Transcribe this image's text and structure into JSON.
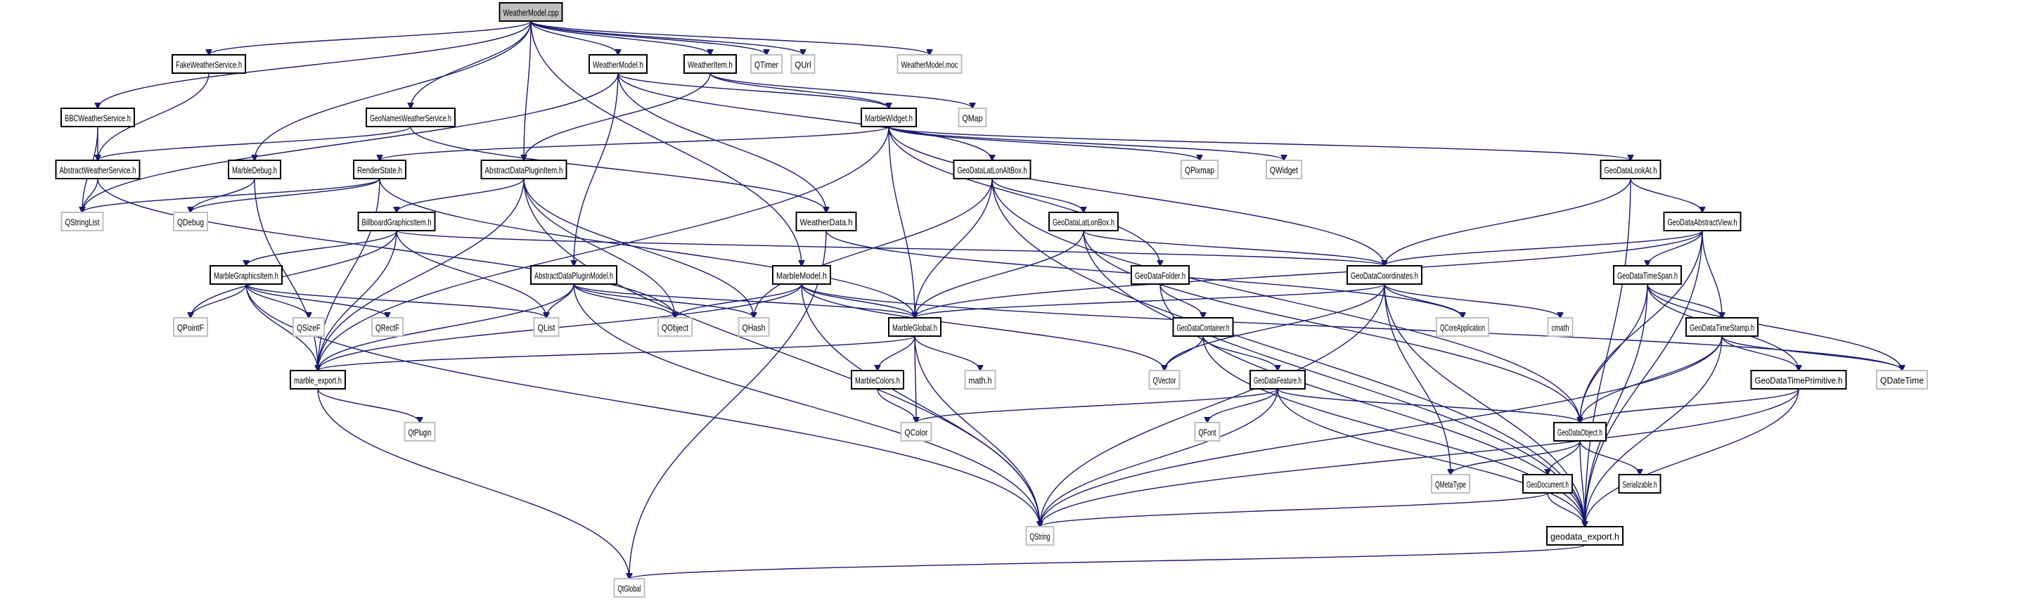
{
  "title": "WeatherModel.cpp include dependency graph",
  "colors": {
    "edge": "#191970",
    "root_fill": "#bfbfbf",
    "documented_border": "#000000",
    "external_border": "#bfbfbf"
  },
  "nodes": [
    {
      "id": "WeatherModel.cpp",
      "label": "WeatherModel.cpp",
      "kind": "root"
    },
    {
      "id": "FakeWeatherService.h",
      "label": "FakeWeatherService.h",
      "kind": "doc"
    },
    {
      "id": "BBCWeatherService.h",
      "label": "BBCWeatherService.h",
      "kind": "doc"
    },
    {
      "id": "GeoNamesWeatherService.h",
      "label": "GeoNamesWeatherService.h",
      "kind": "doc"
    },
    {
      "id": "WeatherModel.h",
      "label": "WeatherModel.h",
      "kind": "doc"
    },
    {
      "id": "WeatherItem.h",
      "label": "WeatherItem.h",
      "kind": "doc"
    },
    {
      "id": "QTimer",
      "label": "QTimer",
      "kind": "ext"
    },
    {
      "id": "QUrl",
      "label": "QUrl",
      "kind": "ext"
    },
    {
      "id": "WeatherModel.moc",
      "label": "WeatherModel.moc",
      "kind": "ext"
    },
    {
      "id": "MarbleWidget.h",
      "label": "MarbleWidget.h",
      "kind": "doc"
    },
    {
      "id": "QMap",
      "label": "QMap",
      "kind": "ext"
    },
    {
      "id": "AbstractWeatherService.h",
      "label": "AbstractWeatherService.h",
      "kind": "doc"
    },
    {
      "id": "MarbleDebug.h",
      "label": "MarbleDebug.h",
      "kind": "doc"
    },
    {
      "id": "RenderState.h",
      "label": "RenderState.h",
      "kind": "doc"
    },
    {
      "id": "AbstractDataPluginItem.h",
      "label": "AbstractDataPluginItem.h",
      "kind": "doc"
    },
    {
      "id": "GeoDataLatLonAltBox.h",
      "label": "GeoDataLatLonAltBox.h",
      "kind": "doc"
    },
    {
      "id": "QPixmap",
      "label": "QPixmap",
      "kind": "ext"
    },
    {
      "id": "QWidget",
      "label": "QWidget",
      "kind": "ext"
    },
    {
      "id": "GeoDataLookAt.h",
      "label": "GeoDataLookAt.h",
      "kind": "doc"
    },
    {
      "id": "QStringList",
      "label": "QStringList",
      "kind": "ext"
    },
    {
      "id": "QDebug",
      "label": "QDebug",
      "kind": "ext"
    },
    {
      "id": "BillboardGraphicsItem.h",
      "label": "BillboardGraphicsItem.h",
      "kind": "doc"
    },
    {
      "id": "WeatherData.h",
      "label": "WeatherData.h",
      "kind": "doc"
    },
    {
      "id": "GeoDataLatLonBox.h",
      "label": "GeoDataLatLonBox.h",
      "kind": "doc"
    },
    {
      "id": "GeoDataAbstractView.h",
      "label": "GeoDataAbstractView.h",
      "kind": "doc"
    },
    {
      "id": "MarbleGraphicsItem.h",
      "label": "MarbleGraphicsItem.h",
      "kind": "doc"
    },
    {
      "id": "AbstractDataPluginModel.h",
      "label": "AbstractDataPluginModel.h",
      "kind": "doc"
    },
    {
      "id": "MarbleModel.h",
      "label": "MarbleModel.h",
      "kind": "doc"
    },
    {
      "id": "GeoDataFolder.h",
      "label": "GeoDataFolder.h",
      "kind": "doc"
    },
    {
      "id": "GeoDataCoordinates.h",
      "label": "GeoDataCoordinates.h",
      "kind": "doc"
    },
    {
      "id": "GeoDataTimeSpan.h",
      "label": "GeoDataTimeSpan.h",
      "kind": "doc"
    },
    {
      "id": "QPointF",
      "label": "QPointF",
      "kind": "ext"
    },
    {
      "id": "QSizeF",
      "label": "QSizeF",
      "kind": "ext"
    },
    {
      "id": "QRectF",
      "label": "QRectF",
      "kind": "ext"
    },
    {
      "id": "QList",
      "label": "QList",
      "kind": "ext"
    },
    {
      "id": "QObject",
      "label": "QObject",
      "kind": "ext"
    },
    {
      "id": "QHash",
      "label": "QHash",
      "kind": "ext"
    },
    {
      "id": "MarbleGlobal.h",
      "label": "MarbleGlobal.h",
      "kind": "doc"
    },
    {
      "id": "GeoDataContainer.h",
      "label": "GeoDataContainer.h",
      "kind": "doc"
    },
    {
      "id": "QCoreApplication",
      "label": "QCoreApplication",
      "kind": "ext"
    },
    {
      "id": "cmath",
      "label": "cmath",
      "kind": "ext"
    },
    {
      "id": "GeoDataTimeStamp.h",
      "label": "GeoDataTimeStamp.h",
      "kind": "doc"
    },
    {
      "id": "marble_export.h",
      "label": "marble_export.h",
      "kind": "doc"
    },
    {
      "id": "MarbleColors.h",
      "label": "MarbleColors.h",
      "kind": "doc"
    },
    {
      "id": "math.h",
      "label": "math.h",
      "kind": "ext"
    },
    {
      "id": "QVector",
      "label": "QVector",
      "kind": "ext"
    },
    {
      "id": "GeoDataFeature.h",
      "label": "GeoDataFeature.h",
      "kind": "doc"
    },
    {
      "id": "GeoDataTimePrimitive.h",
      "label": "GeoDataTimePrimitive.h",
      "kind": "doc"
    },
    {
      "id": "QDateTime",
      "label": "QDateTime",
      "kind": "ext"
    },
    {
      "id": "QtPlugin",
      "label": "QtPlugin",
      "kind": "ext"
    },
    {
      "id": "QColor",
      "label": "QColor",
      "kind": "ext"
    },
    {
      "id": "QFont",
      "label": "QFont",
      "kind": "ext"
    },
    {
      "id": "GeoDataObject.h",
      "label": "GeoDataObject.h",
      "kind": "doc"
    },
    {
      "id": "QMetaType",
      "label": "QMetaType",
      "kind": "ext"
    },
    {
      "id": "GeoDocument.h",
      "label": "GeoDocument.h",
      "kind": "doc"
    },
    {
      "id": "Serializable.h",
      "label": "Serializable.h",
      "kind": "doc"
    },
    {
      "id": "QString",
      "label": "QString",
      "kind": "ext"
    },
    {
      "id": "geodata_export.h",
      "label": "geodata_export.h",
      "kind": "doc"
    },
    {
      "id": "QtGlobal",
      "label": "QtGlobal",
      "kind": "ext"
    }
  ],
  "edges": [
    [
      "WeatherModel.cpp",
      "BBCWeatherService.h"
    ],
    [
      "WeatherModel.cpp",
      "FakeWeatherService.h"
    ],
    [
      "WeatherModel.cpp",
      "GeoNamesWeatherService.h"
    ],
    [
      "WeatherModel.cpp",
      "MarbleDebug.h"
    ],
    [
      "WeatherModel.cpp",
      "AbstractDataPluginItem.h"
    ],
    [
      "WeatherModel.cpp",
      "WeatherModel.h"
    ],
    [
      "WeatherModel.cpp",
      "WeatherItem.h"
    ],
    [
      "WeatherModel.cpp",
      "MarbleModel.h"
    ],
    [
      "WeatherModel.cpp",
      "QTimer"
    ],
    [
      "WeatherModel.cpp",
      "QUrl"
    ],
    [
      "WeatherModel.cpp",
      "WeatherModel.moc"
    ],
    [
      "FakeWeatherService.h",
      "AbstractWeatherService.h"
    ],
    [
      "BBCWeatherService.h",
      "AbstractWeatherService.h"
    ],
    [
      "BBCWeatherService.h",
      "QStringList"
    ],
    [
      "GeoNamesWeatherService.h",
      "AbstractWeatherService.h"
    ],
    [
      "GeoNamesWeatherService.h",
      "WeatherData.h"
    ],
    [
      "WeatherModel.h",
      "AbstractDataPluginModel.h"
    ],
    [
      "WeatherModel.h",
      "MarbleWidget.h"
    ],
    [
      "WeatherModel.h",
      "QStringList"
    ],
    [
      "WeatherModel.h",
      "GeoDataLatLonAltBox.h"
    ],
    [
      "WeatherModel.h",
      "WeatherData.h"
    ],
    [
      "WeatherItem.h",
      "AbstractDataPluginItem.h"
    ],
    [
      "WeatherItem.h",
      "MarbleWidget.h"
    ],
    [
      "WeatherItem.h",
      "QMap"
    ],
    [
      "AbstractWeatherService.h",
      "QStringList"
    ],
    [
      "AbstractWeatherService.h",
      "QObject"
    ],
    [
      "MarbleDebug.h",
      "QDebug"
    ],
    [
      "MarbleDebug.h",
      "marble_export.h"
    ],
    [
      "MarbleWidget.h",
      "RenderState.h"
    ],
    [
      "MarbleWidget.h",
      "QPixmap"
    ],
    [
      "MarbleWidget.h",
      "QWidget"
    ],
    [
      "MarbleWidget.h",
      "GeoDataLookAt.h"
    ],
    [
      "MarbleWidget.h",
      "GeoDataCoordinates.h"
    ],
    [
      "MarbleWidget.h",
      "GeoDataFolder.h"
    ],
    [
      "MarbleWidget.h",
      "MarbleGlobal.h"
    ],
    [
      "MarbleWidget.h",
      "marble_export.h"
    ],
    [
      "RenderState.h",
      "QStringList"
    ],
    [
      "RenderState.h",
      "QDebug"
    ],
    [
      "RenderState.h",
      "MarbleGlobal.h"
    ],
    [
      "RenderState.h",
      "marble_export.h"
    ],
    [
      "AbstractDataPluginItem.h",
      "BillboardGraphicsItem.h"
    ],
    [
      "AbstractDataPluginItem.h",
      "QObject"
    ],
    [
      "AbstractDataPluginItem.h",
      "QHash"
    ],
    [
      "AbstractDataPluginItem.h",
      "QString"
    ],
    [
      "AbstractDataPluginItem.h",
      "marble_export.h"
    ],
    [
      "GeoDataLatLonAltBox.h",
      "GeoDataLatLonBox.h"
    ],
    [
      "GeoDataLatLonAltBox.h",
      "MarbleGlobal.h"
    ],
    [
      "GeoDataLatLonAltBox.h",
      "geodata_export.h"
    ],
    [
      "GeoDataLatLonAltBox.h",
      "QHash"
    ],
    [
      "GeoDataLatLonAltBox.h",
      "GeoDataObject.h"
    ],
    [
      "GeoDataLookAt.h",
      "GeoDataAbstractView.h"
    ],
    [
      "GeoDataLookAt.h",
      "GeoDataCoordinates.h"
    ],
    [
      "GeoDataLookAt.h",
      "geodata_export.h"
    ],
    [
      "BillboardGraphicsItem.h",
      "MarbleGraphicsItem.h"
    ],
    [
      "BillboardGraphicsItem.h",
      "QList"
    ],
    [
      "BillboardGraphicsItem.h",
      "QPointF"
    ],
    [
      "BillboardGraphicsItem.h",
      "marble_export.h"
    ],
    [
      "BillboardGraphicsItem.h",
      "GeoDataCoordinates.h"
    ],
    [
      "WeatherData.h",
      "QCoreApplication"
    ],
    [
      "WeatherData.h",
      "QtGlobal"
    ],
    [
      "GeoDataLatLonBox.h",
      "GeoDataCoordinates.h"
    ],
    [
      "GeoDataLatLonBox.h",
      "MarbleGlobal.h"
    ],
    [
      "GeoDataLatLonBox.h",
      "GeoDataObject.h"
    ],
    [
      "GeoDataLatLonBox.h",
      "geodata_export.h"
    ],
    [
      "GeoDataAbstractView.h",
      "GeoDataTimeSpan.h"
    ],
    [
      "GeoDataAbstractView.h",
      "GeoDataTimeStamp.h"
    ],
    [
      "GeoDataAbstractView.h",
      "GeoDataCoordinates.h"
    ],
    [
      "GeoDataAbstractView.h",
      "MarbleGlobal.h"
    ],
    [
      "GeoDataAbstractView.h",
      "GeoDataObject.h"
    ],
    [
      "GeoDataAbstractView.h",
      "geodata_export.h"
    ],
    [
      "MarbleGraphicsItem.h",
      "QPointF"
    ],
    [
      "MarbleGraphicsItem.h",
      "QSizeF"
    ],
    [
      "MarbleGraphicsItem.h",
      "QRectF"
    ],
    [
      "MarbleGraphicsItem.h",
      "QList"
    ],
    [
      "MarbleGraphicsItem.h",
      "marble_export.h"
    ],
    [
      "MarbleGraphicsItem.h",
      "QString"
    ],
    [
      "AbstractDataPluginModel.h",
      "QObject"
    ],
    [
      "AbstractDataPluginModel.h",
      "QList"
    ],
    [
      "AbstractDataPluginModel.h",
      "QHash"
    ],
    [
      "AbstractDataPluginModel.h",
      "MarbleGlobal.h"
    ],
    [
      "AbstractDataPluginModel.h",
      "marble_export.h"
    ],
    [
      "AbstractDataPluginModel.h",
      "QString"
    ],
    [
      "MarbleModel.h",
      "MarbleGlobal.h"
    ],
    [
      "MarbleModel.h",
      "QObject"
    ],
    [
      "MarbleModel.h",
      "QString"
    ],
    [
      "MarbleModel.h",
      "marble_export.h"
    ],
    [
      "MarbleModel.h",
      "QVector"
    ],
    [
      "MarbleModel.h",
      "QDateTime"
    ],
    [
      "GeoDataFolder.h",
      "GeoDataContainer.h"
    ],
    [
      "GeoDataFolder.h",
      "geodata_export.h"
    ],
    [
      "GeoDataCoordinates.h",
      "QCoreApplication"
    ],
    [
      "GeoDataCoordinates.h",
      "cmath"
    ],
    [
      "GeoDataCoordinates.h",
      "QVector"
    ],
    [
      "GeoDataCoordinates.h",
      "QMetaType"
    ],
    [
      "GeoDataCoordinates.h",
      "MarbleGlobal.h"
    ],
    [
      "GeoDataCoordinates.h",
      "QString"
    ],
    [
      "GeoDataCoordinates.h",
      "geodata_export.h"
    ],
    [
      "GeoDataTimeSpan.h",
      "GeoDataTimeStamp.h"
    ],
    [
      "GeoDataTimeSpan.h",
      "GeoDataTimePrimitive.h"
    ],
    [
      "GeoDataTimeSpan.h",
      "QDateTime"
    ],
    [
      "GeoDataTimeSpan.h",
      "GeoDataObject.h"
    ],
    [
      "GeoDataTimeSpan.h",
      "geodata_export.h"
    ],
    [
      "MarbleGlobal.h",
      "MarbleColors.h"
    ],
    [
      "MarbleGlobal.h",
      "math.h"
    ],
    [
      "MarbleGlobal.h",
      "QColor"
    ],
    [
      "MarbleGlobal.h",
      "QString"
    ],
    [
      "MarbleGlobal.h",
      "marble_export.h"
    ],
    [
      "GeoDataContainer.h",
      "QVector"
    ],
    [
      "GeoDataContainer.h",
      "GeoDataFeature.h"
    ],
    [
      "GeoDataContainer.h",
      "geodata_export.h"
    ],
    [
      "GeoDataTimeStamp.h",
      "GeoDataTimePrimitive.h"
    ],
    [
      "GeoDataTimeStamp.h",
      "QDateTime"
    ],
    [
      "GeoDataTimeStamp.h",
      "GeoDataObject.h"
    ],
    [
      "GeoDataTimeStamp.h",
      "QString"
    ],
    [
      "GeoDataTimeStamp.h",
      "geodata_export.h"
    ],
    [
      "marble_export.h",
      "QtPlugin"
    ],
    [
      "marble_export.h",
      "QtGlobal"
    ],
    [
      "MarbleColors.h",
      "QColor"
    ],
    [
      "GeoDataFeature.h",
      "QFont"
    ],
    [
      "GeoDataFeature.h",
      "QColor"
    ],
    [
      "GeoDataFeature.h",
      "GeoDataObject.h"
    ],
    [
      "GeoDataFeature.h",
      "QString"
    ],
    [
      "GeoDataFeature.h",
      "geodata_export.h"
    ],
    [
      "GeoDataTimePrimitive.h",
      "GeoDataObject.h"
    ],
    [
      "GeoDataTimePrimitive.h",
      "QString"
    ],
    [
      "GeoDataTimePrimitive.h",
      "geodata_export.h"
    ],
    [
      "GeoDataObject.h",
      "QMetaType"
    ],
    [
      "GeoDataObject.h",
      "GeoDocument.h"
    ],
    [
      "GeoDataObject.h",
      "Serializable.h"
    ],
    [
      "GeoDataObject.h",
      "geodata_export.h"
    ],
    [
      "GeoDocument.h",
      "QString"
    ],
    [
      "GeoDocument.h",
      "geodata_export.h"
    ],
    [
      "geodata_export.h",
      "QtGlobal"
    ]
  ]
}
